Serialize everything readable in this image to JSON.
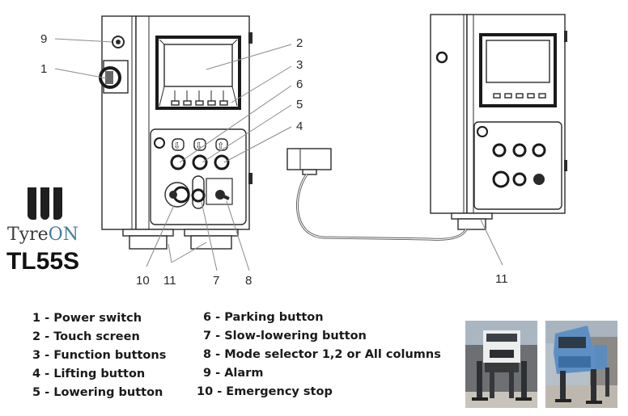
{
  "brand": {
    "name_part1": "Tyre",
    "name_part2": "ON",
    "model": "TL55S",
    "accent_color": "#3f7f95"
  },
  "callouts": {
    "c1": "1",
    "c2": "2",
    "c3": "3",
    "c4": "4",
    "c5": "5",
    "c6": "6",
    "c7": "7",
    "c8": "8",
    "c9": "9",
    "c10": "10",
    "c11_left": "11",
    "c11_right": "11"
  },
  "legend": {
    "left": [
      "1 - Power switch",
      "2 - Touch screen",
      "3 - Function buttons",
      "4 - Lifting button",
      "5 - Lowering button"
    ],
    "right": [
      "6 - Parking button",
      "7 - Slow-lowering button",
      "8 - Mode selector 1,2 or All columns",
      "9 - Alarm",
      "10 - Emergency stop"
    ]
  },
  "photos": [
    {
      "subject": "white truck lifted on mobile column lifts"
    },
    {
      "subject": "blue truck lifted on mobile column lifts"
    }
  ]
}
